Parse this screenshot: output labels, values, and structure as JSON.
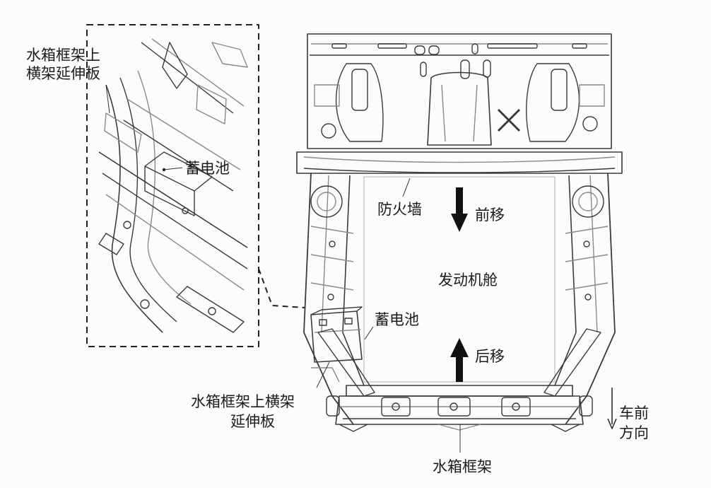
{
  "labels": {
    "inset_extension_line1": "水箱框架上",
    "inset_extension_line2": "横架延伸板",
    "inset_battery": "蓄电池",
    "firewall": "防火墙",
    "move_forward": "前移",
    "engine_bay": "发动机舱",
    "battery": "蓄电池",
    "move_backward": "后移",
    "extension_line1": "水箱框架上横架",
    "extension_line2": "延伸板",
    "radiator_frame": "水箱框架",
    "vehicle_direction_line1": "车前",
    "vehicle_direction_line2": "方向"
  },
  "colors": {
    "line": "#3a3a3a",
    "light_line": "#8a8a8a",
    "arrow": "#111111",
    "background": "#fcfcfc"
  }
}
